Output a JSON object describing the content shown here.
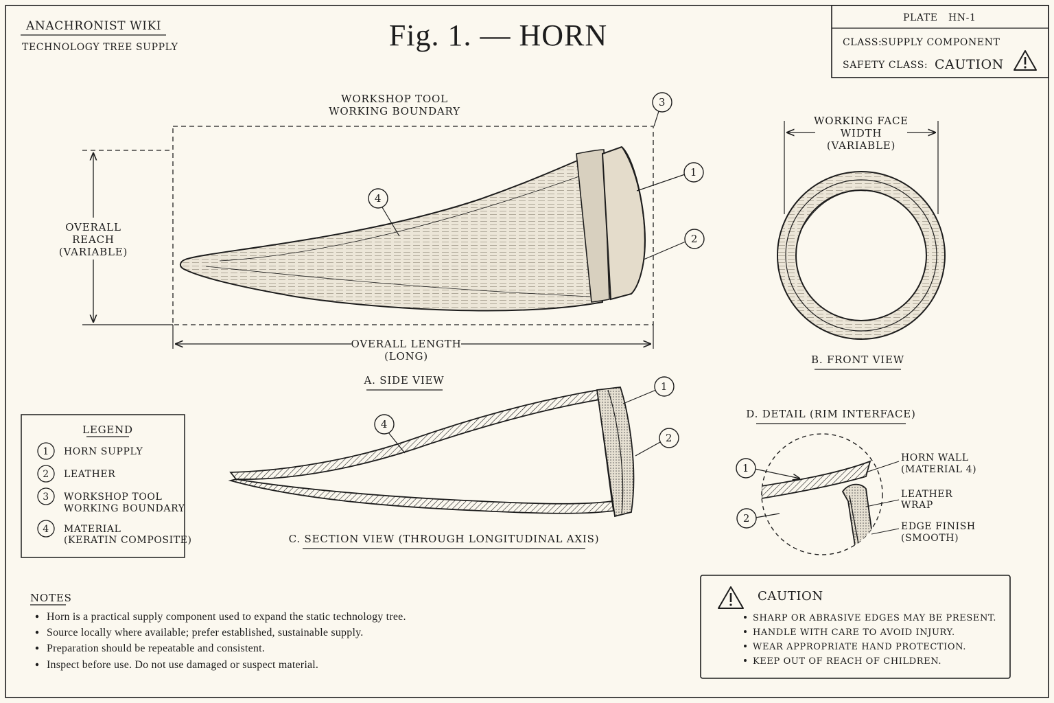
{
  "header": {
    "wiki_name": "ANACHRONIST WIKI",
    "section": "TECHNOLOGY TREE SUPPLY",
    "figure_title": "Fig. 1. — HORN"
  },
  "plate_box": {
    "plate_label": "PLATE",
    "plate_id": "HN-1",
    "class_label": "CLASS:",
    "class_value": "SUPPLY COMPONENT",
    "safety_label": "SAFETY CLASS:",
    "safety_value": "CAUTION"
  },
  "side_view": {
    "boundary_line1": "WORKSHOP TOOL",
    "boundary_line2": "WORKING BOUNDARY",
    "reach_line1": "OVERALL",
    "reach_line2": "REACH",
    "reach_line3": "(VARIABLE)",
    "length_line1": "OVERALL LENGTH",
    "length_line2": "(LONG)",
    "caption": "A.  SIDE VIEW",
    "callouts": [
      "3",
      "1",
      "4",
      "2"
    ]
  },
  "front_view": {
    "width_line1": "WORKING FACE",
    "width_line2": "WIDTH",
    "width_line3": "(VARIABLE)",
    "caption": "B.  FRONT VIEW"
  },
  "section_view": {
    "caption": "C.  SECTION  VIEW  (THROUGH  LONGITUDINAL  AXIS)",
    "callouts": [
      "1",
      "4",
      "2"
    ]
  },
  "detail": {
    "caption": "D.  DETAIL (RIM INTERFACE)",
    "horn_wall_1": "HORN WALL",
    "horn_wall_2": "(MATERIAL 4)",
    "leather_1": "LEATHER",
    "leather_2": "WRAP",
    "edge_1": "EDGE FINISH",
    "edge_2": "(SMOOTH)",
    "callouts": [
      "1",
      "2"
    ]
  },
  "legend": {
    "title": "LEGEND",
    "items": [
      {
        "num": "1",
        "line1": "HORN SUPPLY",
        "line2": ""
      },
      {
        "num": "2",
        "line1": "LEATHER",
        "line2": ""
      },
      {
        "num": "3",
        "line1": "WORKSHOP TOOL",
        "line2": "WORKING BOUNDARY"
      },
      {
        "num": "4",
        "line1": "MATERIAL",
        "line2": "(KERATIN COMPOSITE)"
      }
    ]
  },
  "notes": {
    "title": "NOTES",
    "items": [
      "Horn is a practical supply component used to expand the static technology tree.",
      "Source locally where available; prefer established, sustainable supply.",
      "Preparation should be repeatable and consistent.",
      "Inspect before use. Do not use damaged or suspect material."
    ]
  },
  "caution": {
    "title": "CAUTION",
    "items": [
      "SHARP OR ABRASIVE EDGES MAY BE PRESENT.",
      "HANDLE WITH CARE TO AVOID INJURY.",
      "WEAR APPROPRIATE HAND PROTECTION.",
      "KEEP OUT OF REACH OF CHILDREN."
    ]
  },
  "colors": {
    "ink": "#1d1d1d",
    "paper": "#fbf8ef",
    "horn_fill": "#ece6d8"
  }
}
